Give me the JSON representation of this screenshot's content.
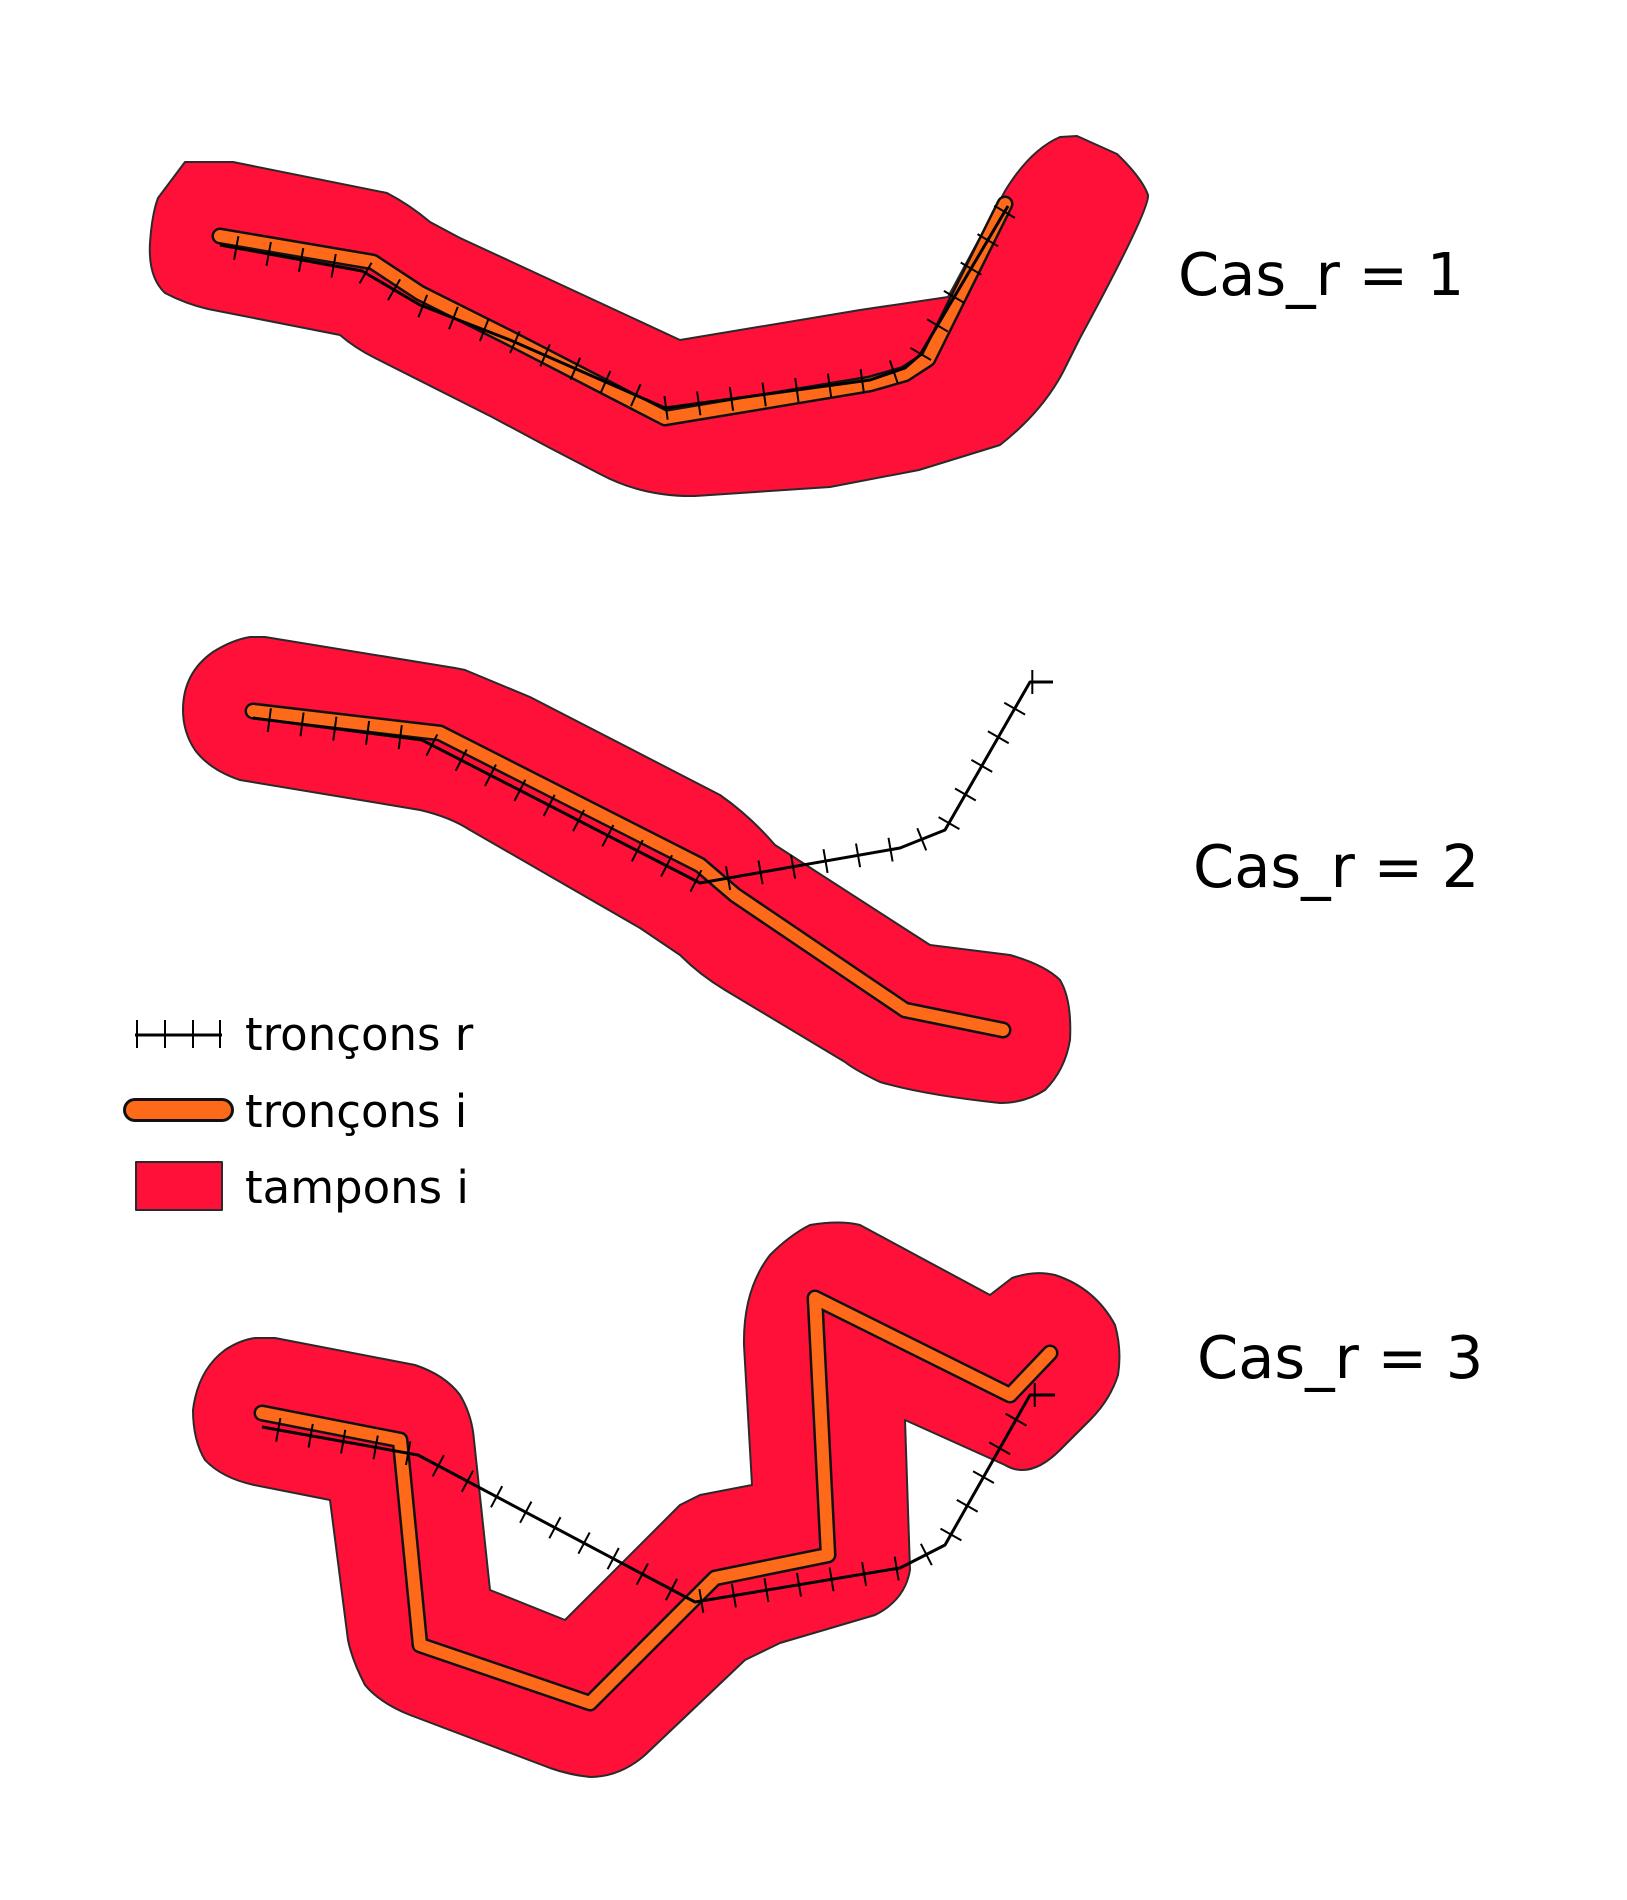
{
  "colors": {
    "buffer": "#FF1038",
    "segment_i": "#FF6A1A",
    "segment_r": "#000000",
    "outline": "#222222"
  },
  "cases": [
    {
      "label": "Cas_r = 1"
    },
    {
      "label": "Cas_r = 2"
    },
    {
      "label": "Cas_r = 3"
    }
  ],
  "legend": {
    "items": [
      {
        "label": "tronçons r",
        "symbol": "ticked-line-icon"
      },
      {
        "label": "tronçons i",
        "symbol": "orange-line-icon"
      },
      {
        "label": "tampons i",
        "symbol": "red-box-icon"
      }
    ]
  }
}
